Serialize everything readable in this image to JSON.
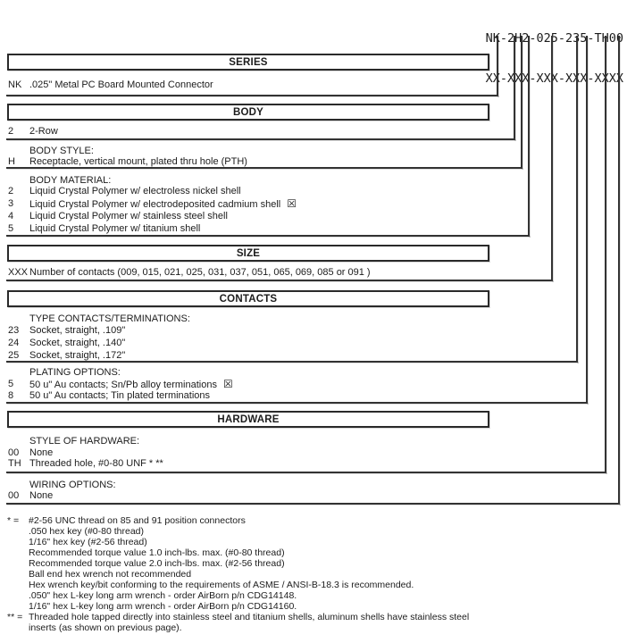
{
  "part_number": {
    "example": "NK-2H2-025-235-TH00",
    "template": "XX-XXX-XXX-XXX-XXXX"
  },
  "icons": {
    "boxed_x": "☒"
  },
  "sections": [
    {
      "title": "SERIES",
      "groups": [
        {
          "label": "",
          "options": [
            {
              "code": "NK",
              "desc": ".025\" Metal PC Board Mounted Connector"
            }
          ]
        }
      ]
    },
    {
      "title": "BODY",
      "groups": [
        {
          "label": "",
          "options": [
            {
              "code": "2",
              "desc": "2-Row"
            }
          ]
        },
        {
          "label": "BODY STYLE:",
          "options": [
            {
              "code": "H",
              "desc": "Receptacle, vertical mount, plated thru hole (PTH)"
            }
          ]
        },
        {
          "label": "BODY MATERIAL:",
          "options": [
            {
              "code": "2",
              "desc": "Liquid Crystal Polymer w/ electroless nickel shell"
            },
            {
              "code": "3",
              "desc": "Liquid Crystal Polymer w/ electrodeposited cadmium shell",
              "flag": "boxed-x"
            },
            {
              "code": "4",
              "desc": "Liquid Crystal Polymer w/ stainless steel shell"
            },
            {
              "code": "5",
              "desc": "Liquid Crystal Polymer w/ titanium shell"
            }
          ]
        }
      ]
    },
    {
      "title": "SIZE",
      "groups": [
        {
          "label": "",
          "options": [
            {
              "code": "XXX",
              "desc": "Number of contacts (009, 015, 021, 025, 031, 037, 051, 065, 069, 085 or 091 )"
            }
          ]
        }
      ]
    },
    {
      "title": "CONTACTS",
      "groups": [
        {
          "label": "TYPE CONTACTS/TERMINATIONS:",
          "options": [
            {
              "code": "23",
              "desc": "Socket, straight, .109\""
            },
            {
              "code": "24",
              "desc": "Socket, straight, .140\""
            },
            {
              "code": "25",
              "desc": "Socket, straight, .172\""
            }
          ]
        },
        {
          "label": "PLATING OPTIONS:",
          "options": [
            {
              "code": "5",
              "desc": "50 u\" Au contacts; Sn/Pb alloy terminations",
              "flag": "boxed-x"
            },
            {
              "code": "8",
              "desc": "50 u\" Au contacts; Tin plated terminations"
            }
          ]
        }
      ]
    },
    {
      "title": "HARDWARE",
      "groups": [
        {
          "label": "STYLE OF HARDWARE:",
          "options": [
            {
              "code": "00",
              "desc": "None"
            },
            {
              "code": "TH",
              "desc": "Threaded hole, #0-80 UNF * **"
            }
          ]
        },
        {
          "label": "WIRING OPTIONS:",
          "options": [
            {
              "code": "00",
              "desc": "None"
            }
          ]
        }
      ]
    }
  ],
  "footnotes": [
    {
      "marker": "* =",
      "text": "#2-56 UNC thread on 85 and 91 position connectors"
    },
    {
      "marker": "",
      "text": ".050 hex key (#0-80 thread)"
    },
    {
      "marker": "",
      "text": "1/16\" hex key (#2-56 thread)"
    },
    {
      "marker": "",
      "text": "Recommended torque value 1.0 inch-lbs. max. (#0-80 thread)"
    },
    {
      "marker": "",
      "text": "Recommended torque value 2.0 inch-lbs. max. (#2-56 thread)"
    },
    {
      "marker": "",
      "text": "Ball end hex wrench not recommended"
    },
    {
      "marker": "",
      "text": "Hex wrench key/bit conforming to the requirements of ASME / ANSI-B-18.3 is recommended."
    },
    {
      "marker": "",
      "text": ".050\" hex L-key long arm wrench - order AirBorn p/n CDG14148."
    },
    {
      "marker": "",
      "text": "1/16\" hex L-key long arm wrench - order AirBorn p/n CDG14160."
    },
    {
      "marker": "** =",
      "text": "Threaded hole tapped directly into stainless steel and titanium shells, aluminum shells have stainless steel"
    },
    {
      "marker": "",
      "text": "inserts (as shown on previous page)."
    }
  ]
}
